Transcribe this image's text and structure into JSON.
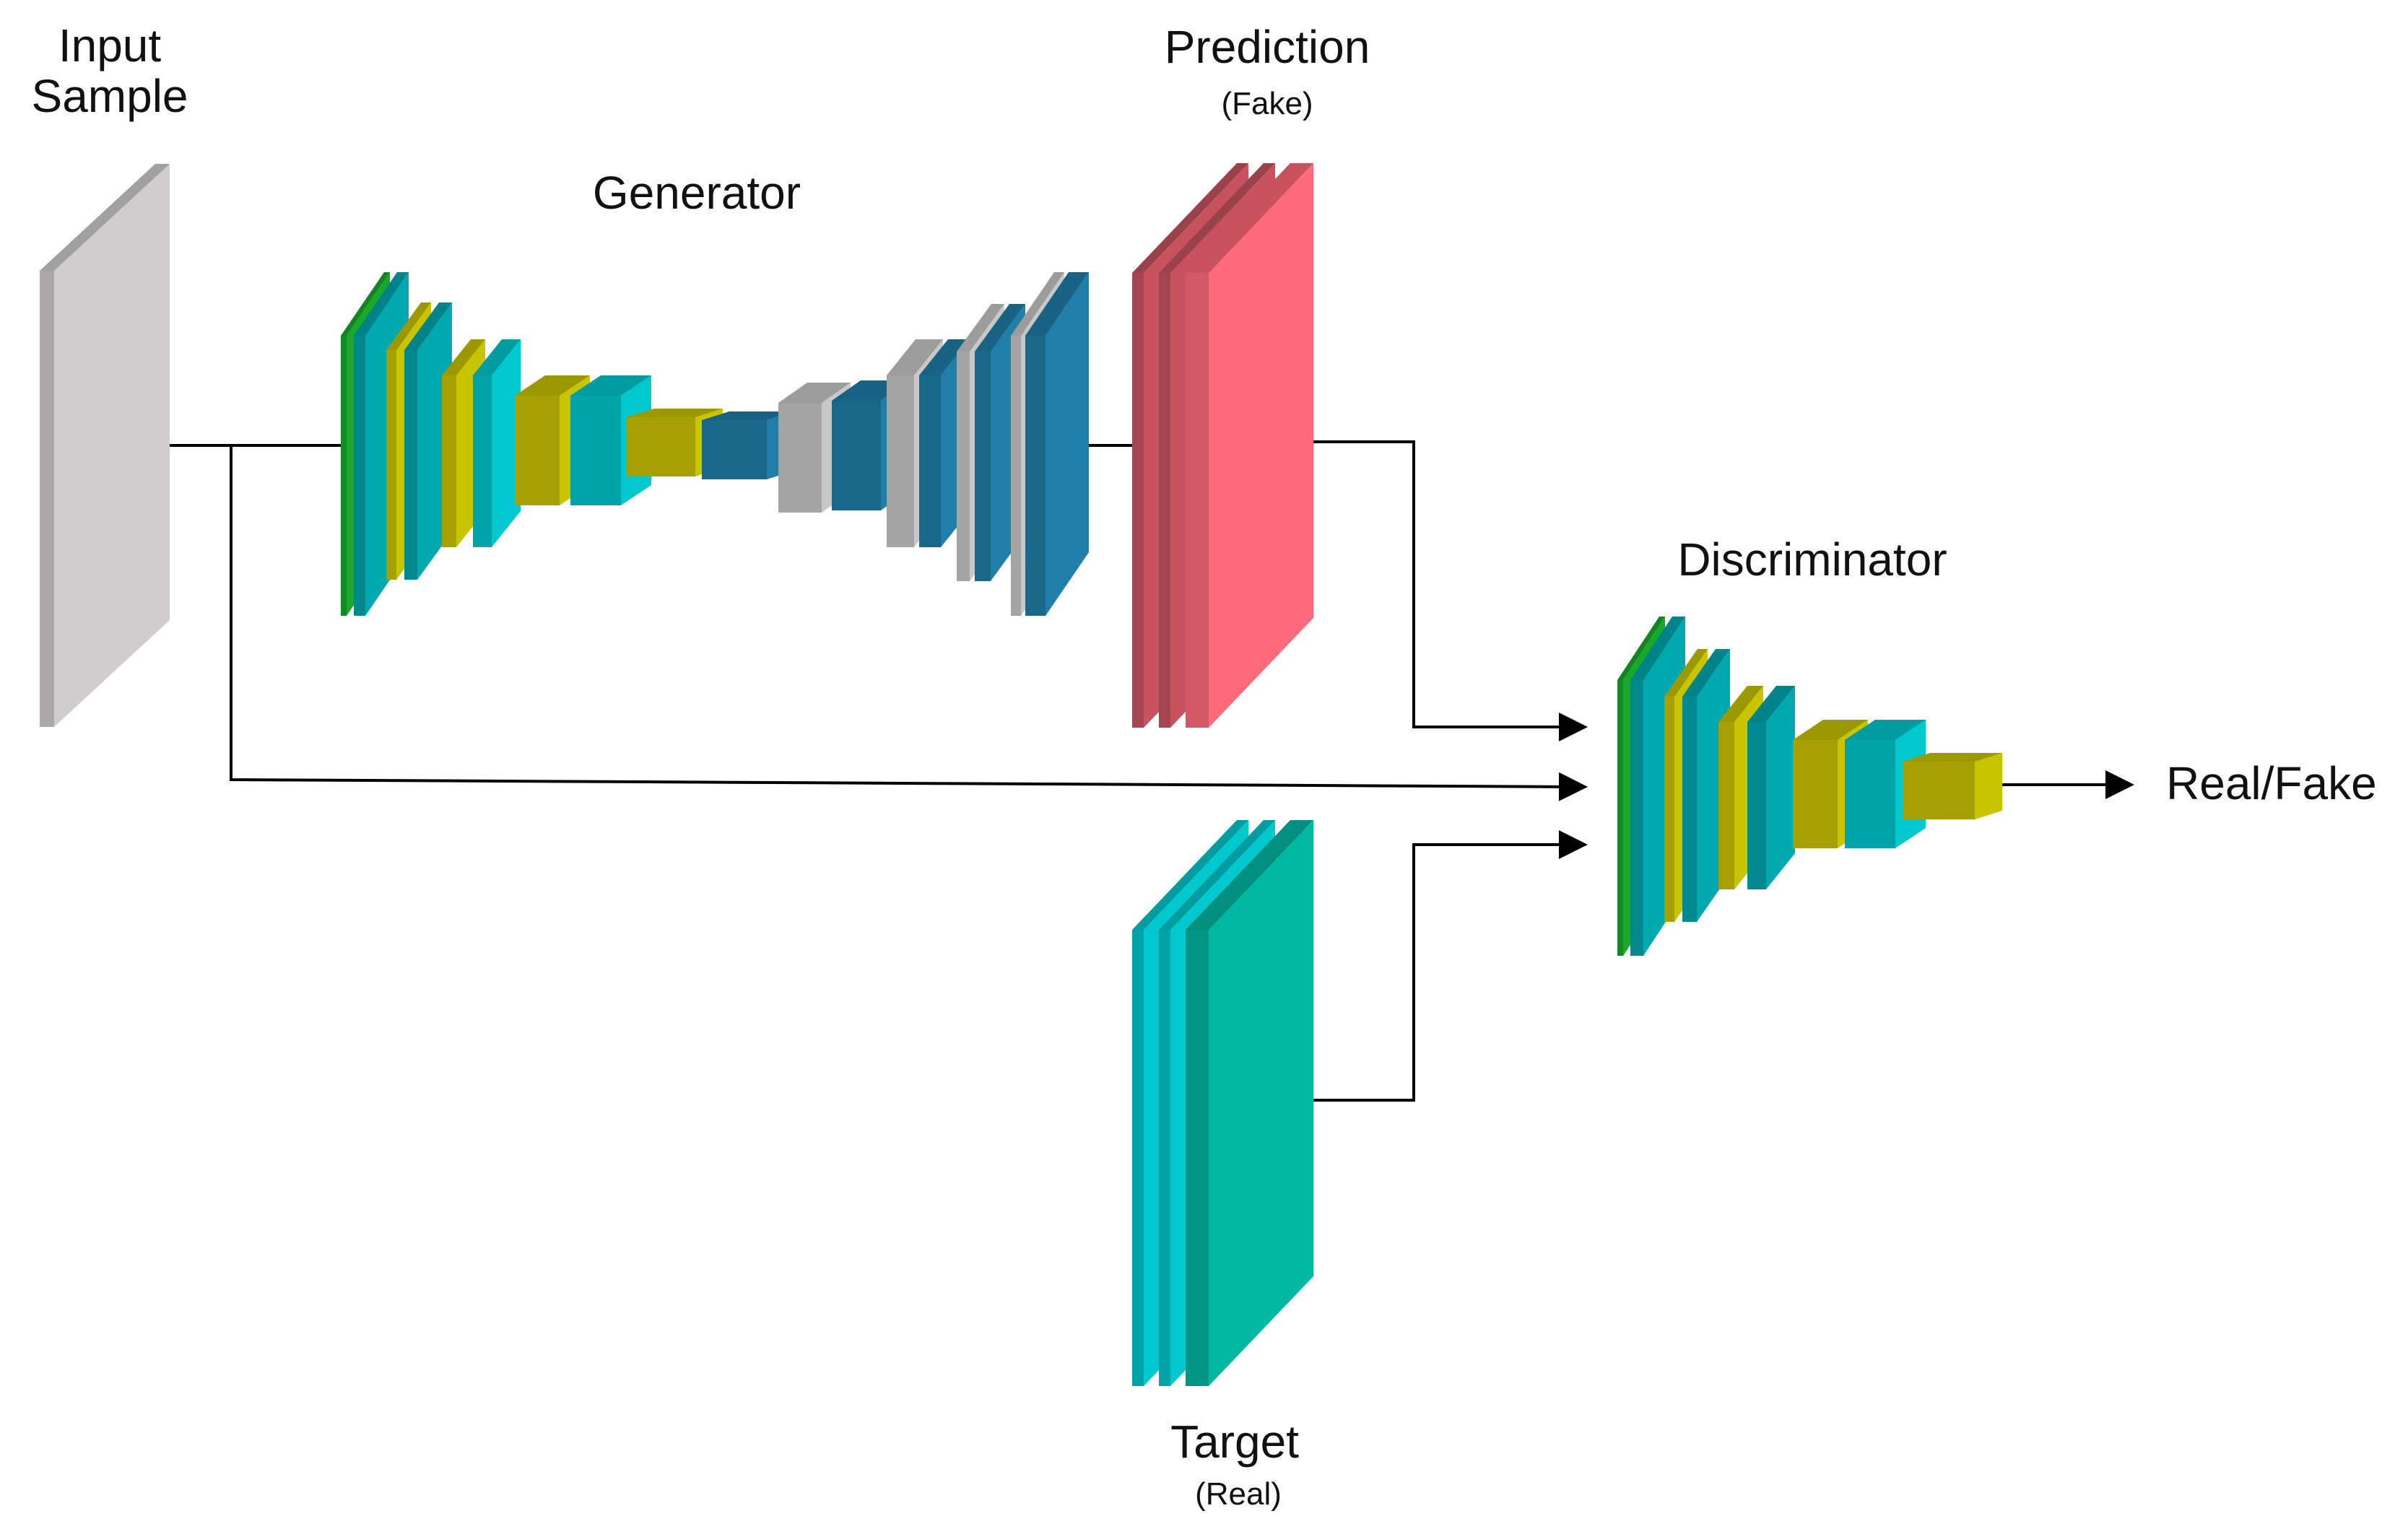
{
  "labels": {
    "input_line1": "Input",
    "input_line2": "Sample",
    "generator": "Generator",
    "prediction": "Prediction",
    "prediction_sub": "(Fake)",
    "discriminator": "Discriminator",
    "target": "Target",
    "target_sub": "(Real)",
    "output": "Real/Fake"
  },
  "colors": {
    "input_sample": "#cfcdce",
    "prediction": "#ff6b7a",
    "target": "#00b8a0",
    "conv_green": "#1aa82a",
    "conv_teal": "#00a8b0",
    "conv_yellow": "#c8c400",
    "conv_cyan": "#00c8cc",
    "deconv_blue": "#1f7fa8",
    "deconv_gray": "#c8c8c8",
    "arrow": "#000000"
  }
}
